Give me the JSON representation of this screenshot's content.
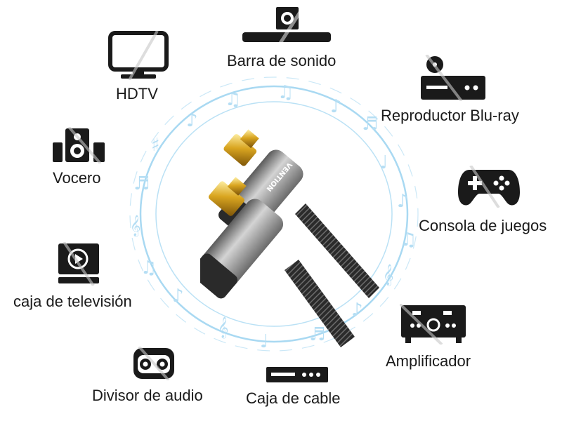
{
  "devices": {
    "soundbar": {
      "label": "Barra de sonido",
      "icon": "soundbar-icon"
    },
    "hdtv": {
      "label": "HDTV",
      "icon": "tv-icon"
    },
    "bluray": {
      "label": "Reproductor Blu-ray",
      "icon": "bluray-player-icon"
    },
    "speaker": {
      "label": "Vocero",
      "icon": "speaker-icon"
    },
    "console": {
      "label": "Consola de juegos",
      "icon": "gamepad-icon"
    },
    "tvbox": {
      "label": "caja de televisión",
      "icon": "tv-box-icon"
    },
    "amplifier": {
      "label": "Amplificador",
      "icon": "amplifier-icon"
    },
    "splitter": {
      "label": "Divisor de audio",
      "icon": "audio-splitter-icon"
    },
    "cablebox": {
      "label": "Caja de cable",
      "icon": "cable-box-icon"
    }
  },
  "product": {
    "brand": "VENTION"
  },
  "colors": {
    "icon": "#1a1a1a",
    "ring": "#a9d9f2",
    "gold": "#d9a520",
    "cable": "#8d8d8d"
  }
}
